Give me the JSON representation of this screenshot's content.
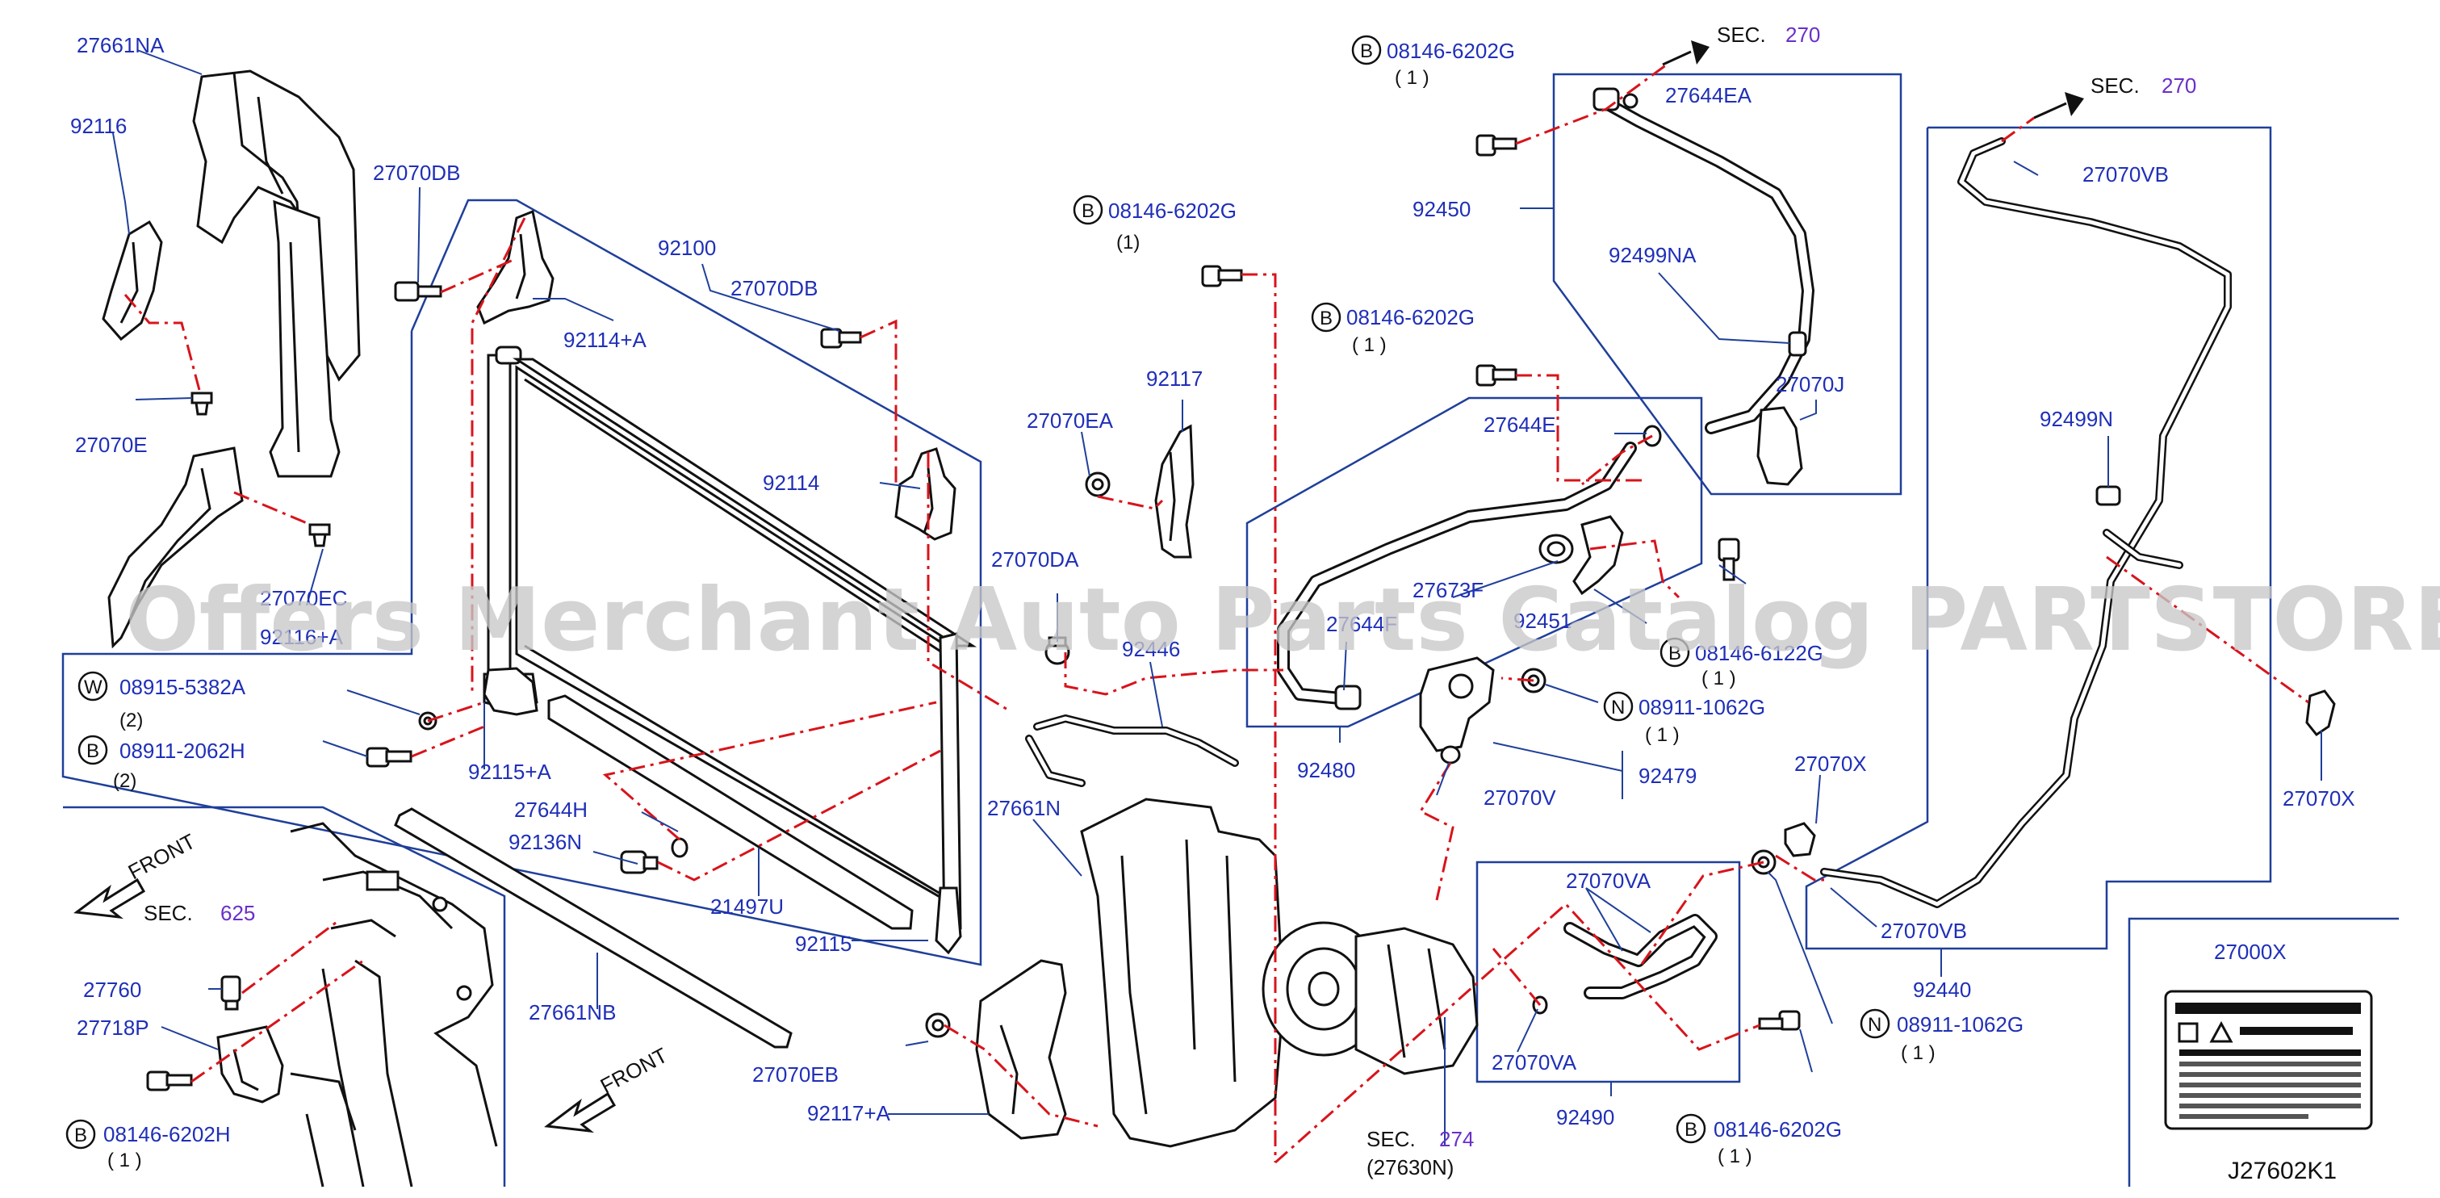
{
  "labels": {
    "l27661NA": "27661NA",
    "l92116": "92116",
    "l27070DB_a": "27070DB",
    "l92100": "92100",
    "l27070DB_b": "27070DB",
    "l92114A": "92114+A",
    "l27070E": "27070E",
    "l27070EC": "27070EC",
    "l92116A": "92116+A",
    "l92114": "92114",
    "l08915": "08915-5382A",
    "l08911_2062H": "08911-2062H",
    "l92115A": "92115+A",
    "l27644H": "27644H",
    "l92136N": "92136N",
    "l21497U": "21497U",
    "l92115": "92115",
    "l27661NB": "27661NB",
    "l27760": "27760",
    "l27718P": "27718P",
    "l08146_6202H": "08146-6202H",
    "l08146_6202G_top": "08146-6202G",
    "l27644EA": "27644EA",
    "l92450": "92450",
    "l92499NA": "92499NA",
    "l08146_6202G_mid": "08146-6202G",
    "l08146_6202G_mid2": "08146-6202G",
    "l27070J": "27070J",
    "l27644E": "27644E",
    "l92117": "92117",
    "l27070EA": "27070EA",
    "l27070DA": "27070DA",
    "l92446": "92446",
    "l27673F": "27673F",
    "l92451": "92451",
    "l27644F": "27644F",
    "l08146_6122G": "08146-6122G",
    "l08911_1062G_a": "08911-1062G",
    "l92480": "92480",
    "l92479": "92479",
    "l27070V": "27070V",
    "l27661N": "27661N",
    "l27070EB": "27070EB",
    "l92117A": "92117+A",
    "l27070VA_top": "27070VA",
    "l27070VA_bot": "27070VA",
    "l92490": "92490",
    "l27070VB_top": "27070VB",
    "l92499N": "92499N",
    "l27070X_a": "27070X",
    "l27070X_b": "27070X",
    "l27070VB_bot": "27070VB",
    "l92440": "92440",
    "l08911_1062G_b": "08911-1062G",
    "l08146_6202G_bot": "08146-6202G",
    "l27000X": "27000X"
  },
  "quantities": {
    "q_top": "( 1 )",
    "q_mid": "(1)",
    "q_mid2": "( 1 )",
    "q_6122G": "( 1 )",
    "q_1062G_a": "( 1 )",
    "q_08915": "(2)",
    "q_2062H": "(2)",
    "q_6202H": "( 1 )",
    "q_1062G_b": "( 1 )",
    "q_6202G_bot": "( 1 )"
  },
  "symbols": {
    "b": "B",
    "w": "W",
    "n": "N"
  },
  "sections": {
    "sec_word": "SEC.",
    "sec_270": "270",
    "sec_625": "625",
    "sec_274": "274",
    "sec_274_sub": "(27630N)"
  },
  "front_label": "FRONT",
  "diagram_code": "J27602K1",
  "watermark": "Offers Merchant Auto Parts Catalog PARTSTORE.SA",
  "colors": {
    "label_blue": "#1f2fb8",
    "section_purple": "#6a2fc8",
    "leader_red": "#d8141b",
    "box_blue": "#1f3f9a"
  }
}
